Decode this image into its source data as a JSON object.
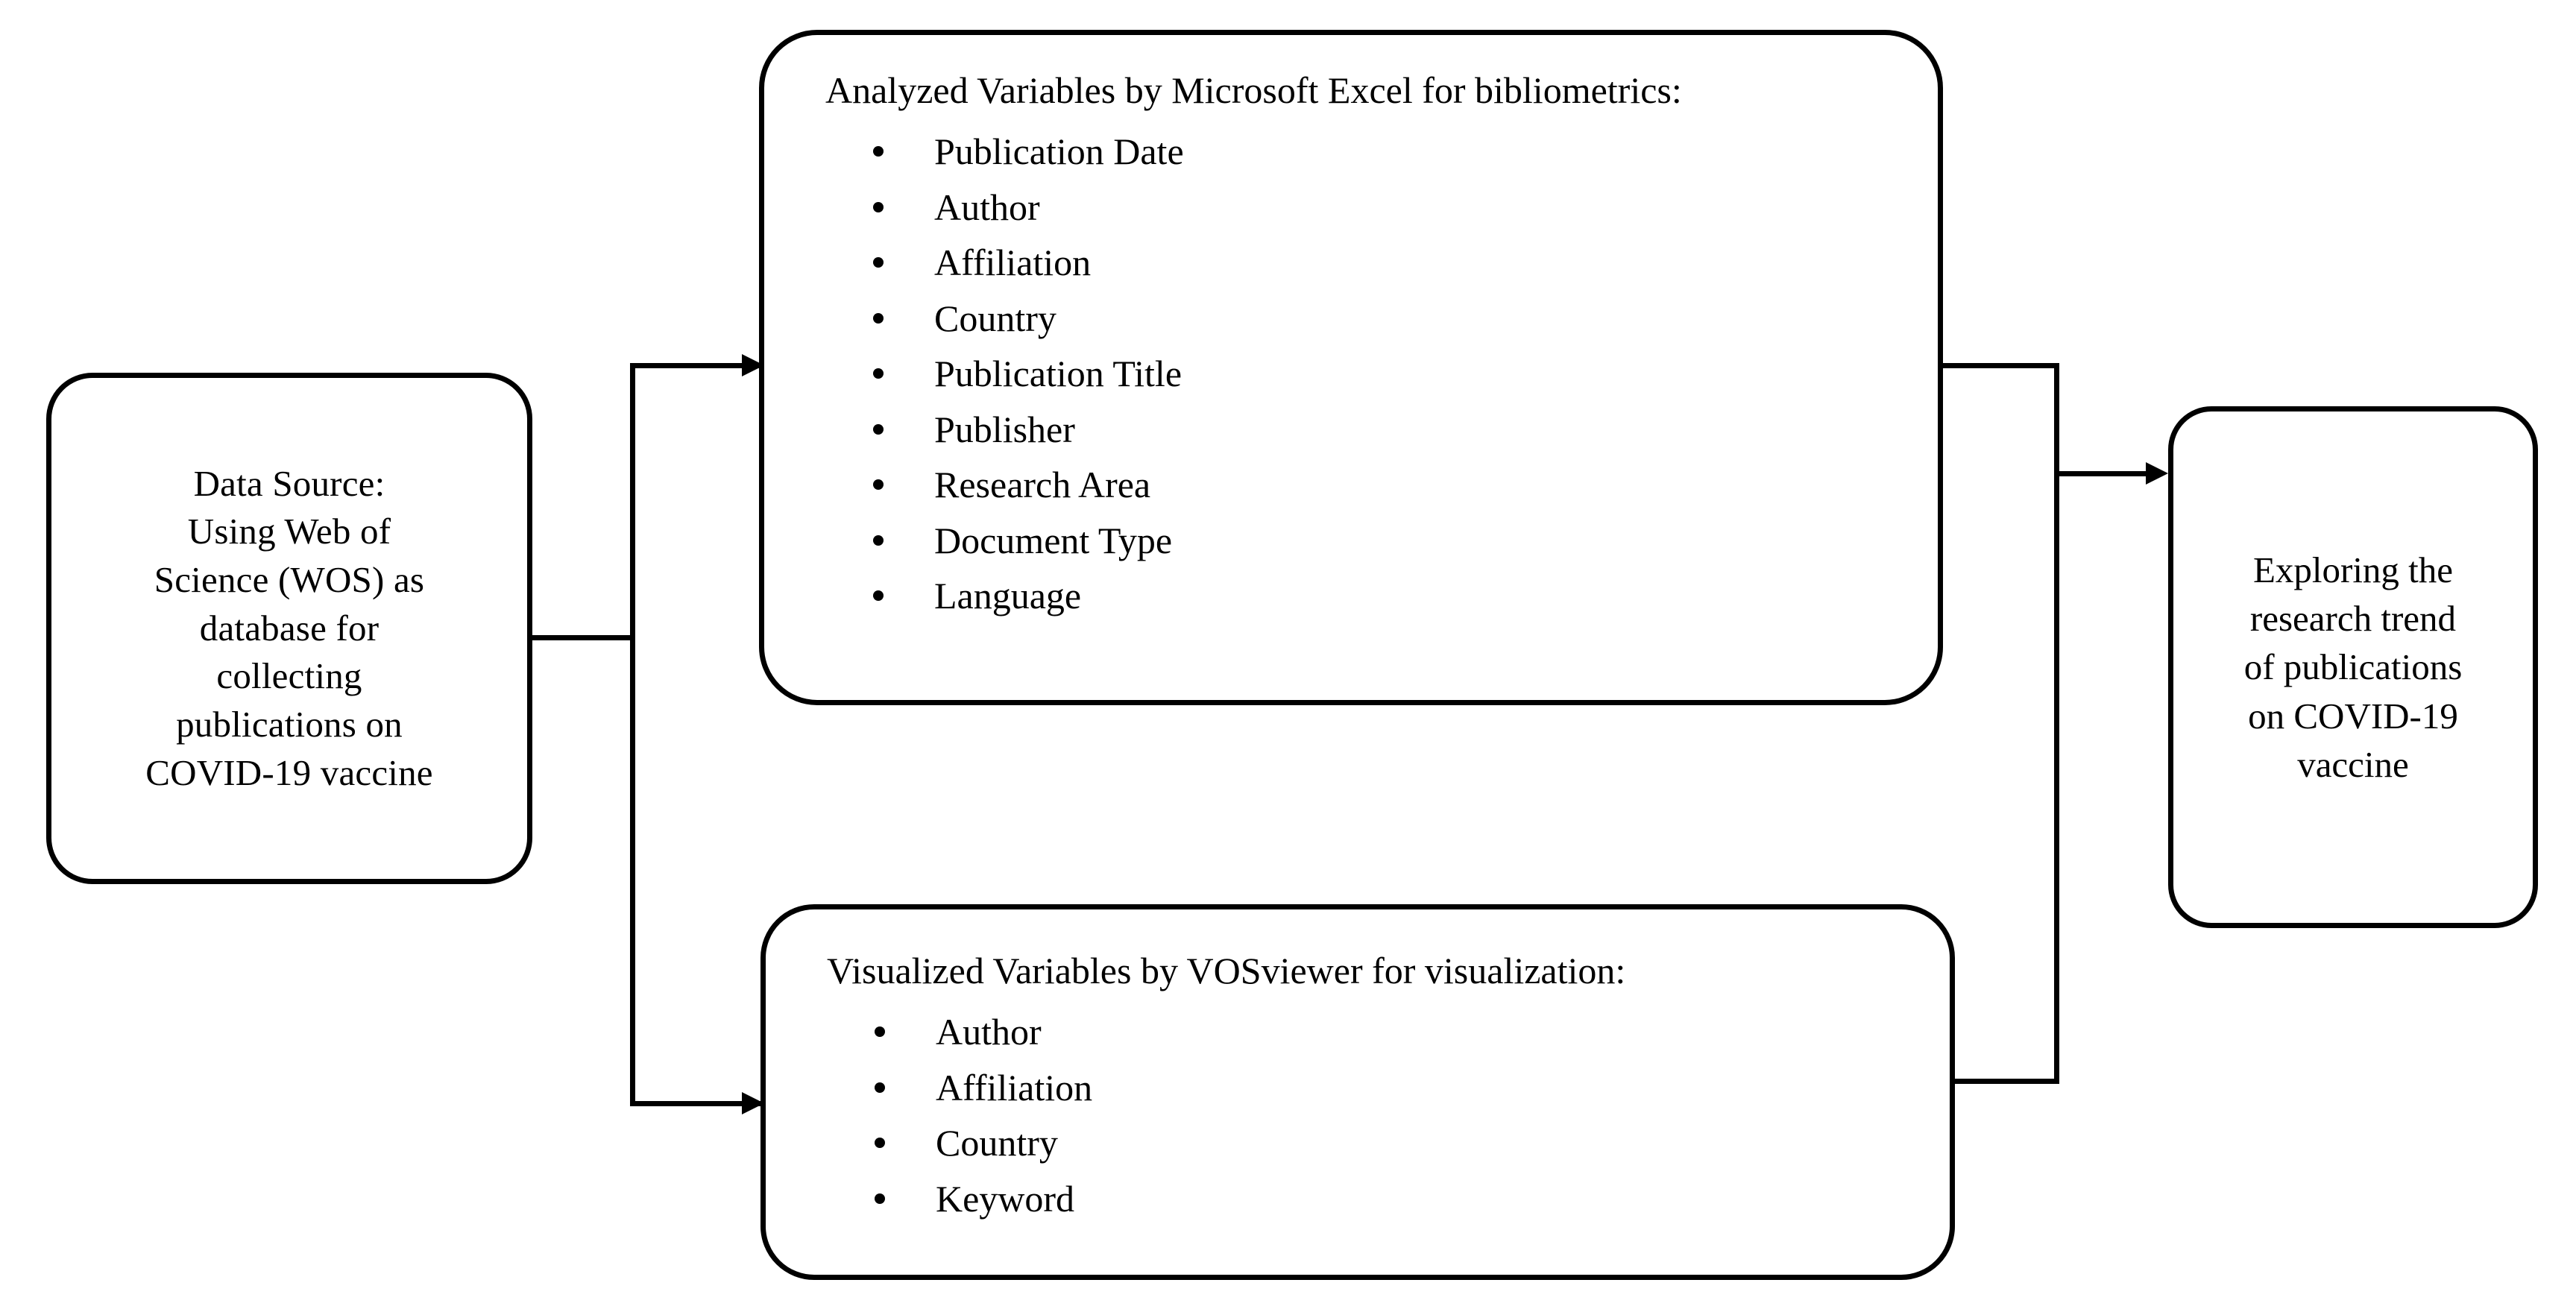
{
  "diagram": {
    "title": "Research methodology flowchart",
    "background_color": "#ffffff",
    "stroke_color": "#000000"
  },
  "data_source": {
    "line1": "Data Source:",
    "line2": "Using Web of",
    "line3": "Science (WOS) as",
    "line4": "database for",
    "line5": "collecting",
    "line6": "publications on",
    "line7": "COVID-19 vaccine"
  },
  "analyzed": {
    "heading": "Analyzed Variables by Microsoft Excel for bibliometrics:",
    "items": [
      "Publication Date",
      "Author",
      "Affiliation",
      "Country",
      "Publication Title",
      "Publisher",
      "Research Area",
      "Document Type",
      "Language"
    ]
  },
  "visualized": {
    "heading": "Visualized Variables by VOSviewer for visualization:",
    "items": [
      "Author",
      "Affiliation",
      "Country",
      "Keyword"
    ]
  },
  "outcome": {
    "line1": "Exploring the",
    "line2": "research trend",
    "line3": "of publications",
    "line4": "on COVID-19",
    "line5": "vaccine"
  }
}
